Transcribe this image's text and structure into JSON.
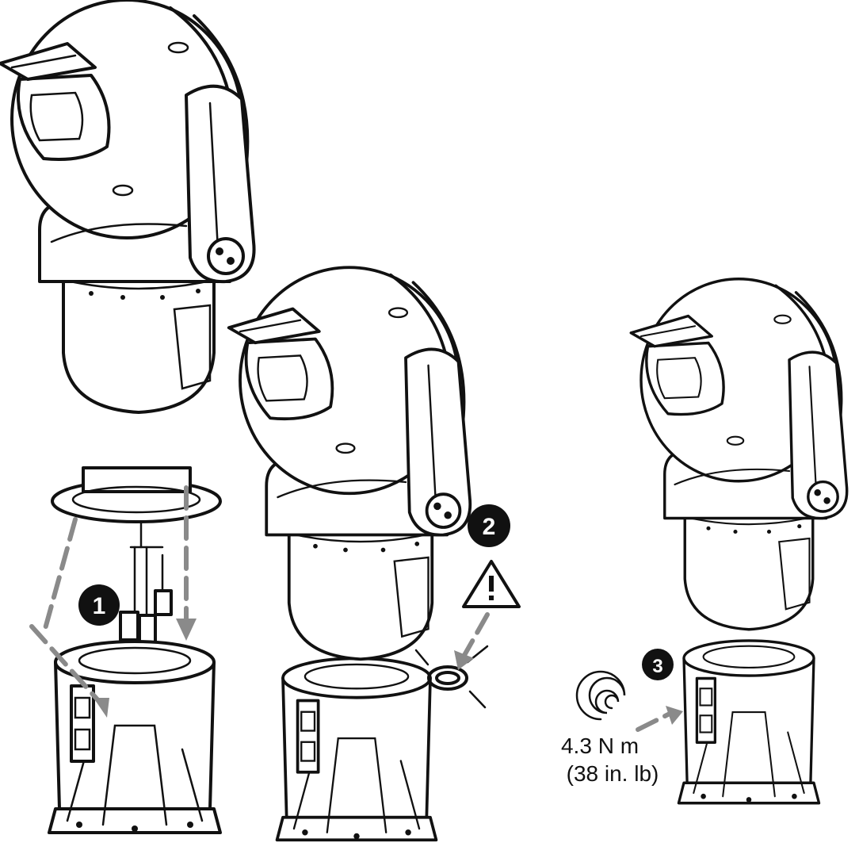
{
  "steps": [
    {
      "number": "1"
    },
    {
      "number": "2",
      "warning_icon": "warning-triangle-icon"
    },
    {
      "number": "3"
    }
  ],
  "torque": {
    "value": "4.3 N m",
    "imperial": "(38 in. lb)"
  },
  "icons": [
    "camera-icon",
    "connector-icon",
    "spiral-torque-icon",
    "arrow-icon"
  ],
  "colors": {
    "line": "#111111",
    "arrow": "#8a8a8a",
    "badge": "#111111"
  }
}
